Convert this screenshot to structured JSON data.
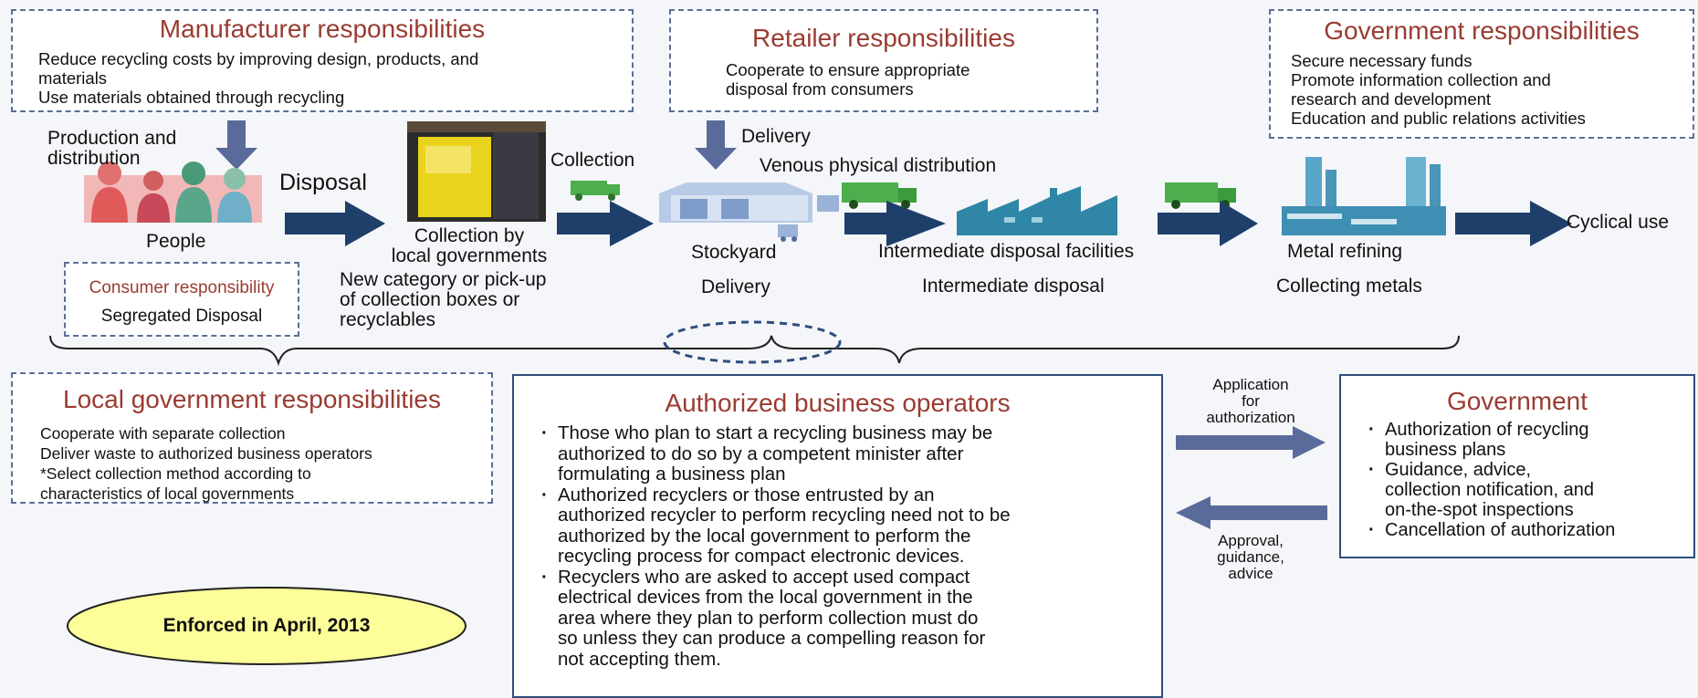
{
  "manufacturer": {
    "title": "Manufacturer responsibilities",
    "lines": [
      "Reduce recycling costs by improving design, products, and",
      "materials",
      "Use materials obtained through recycling"
    ]
  },
  "retailer": {
    "title": "Retailer responsibilities",
    "lines": [
      "Cooperate to ensure appropriate",
      "disposal from consumers"
    ]
  },
  "government_resp": {
    "title": "Government responsibilities",
    "lines": [
      "Secure necessary funds",
      "Promote information collection and",
      "research and development",
      "Education and public relations activities"
    ]
  },
  "flow": {
    "production": [
      "Production and",
      "distribution"
    ],
    "disposal": "Disposal",
    "people": "People",
    "collection_local": [
      "Collection by",
      "local governments"
    ],
    "new_category": [
      "New category or pick-up",
      "of collection boxes or",
      "recyclables"
    ],
    "collection": "Collection",
    "delivery_top": "Delivery",
    "venous": "Venous physical distribution",
    "stockyard": "Stockyard",
    "delivery_bottom": "Delivery",
    "intermediate_facilities": "Intermediate disposal facilities",
    "intermediate_disposal": "Intermediate disposal",
    "metal_refining": "Metal refining",
    "collecting_metals": "Collecting metals",
    "cyclical": "Cyclical use"
  },
  "consumer": {
    "title": "Consumer responsibility",
    "body": "Segregated Disposal"
  },
  "local_gov": {
    "title": "Local government responsibilities",
    "lines": [
      "Cooperate with separate collection",
      "Deliver waste to authorized business operators",
      "*Select collection method according to",
      "characteristics of local governments"
    ]
  },
  "authorized": {
    "title": "Authorized business operators",
    "bullets": [
      [
        "Those who plan to start a recycling business may be",
        "authorized to do so by a competent minister after",
        "formulating a business plan"
      ],
      [
        "Authorized recyclers or those entrusted by an",
        "authorized recycler to perform recycling need not to be",
        "authorized by the local government to perform the",
        "recycling process for compact electronic devices."
      ],
      [
        "Recyclers who are asked to accept used compact",
        "electrical devices from the local government in the",
        "area where they plan to perform collection must do",
        "so unless they can produce a compelling reason for",
        "not accepting them."
      ]
    ]
  },
  "application": [
    "Application",
    "for",
    "authorization"
  ],
  "approval": [
    "Approval,",
    "guidance,",
    "advice"
  ],
  "government": {
    "title": "Government",
    "bullets": [
      [
        "Authorization of recycling",
        "business plans"
      ],
      [
        "Guidance, advice,",
        "collection notification, and",
        "on-the-spot inspections"
      ],
      [
        "Cancellation of authorization"
      ]
    ]
  },
  "enforced": "Enforced in April, 2013",
  "colors": {
    "arrow_dark": "#1f3f6b",
    "arrow_mid": "#5a6a9a",
    "title_red": "#9a3b32",
    "ellipse_fill": "#fdfd9a",
    "factory_blue": "#2f86a6",
    "truck_green": "#4cae4c"
  }
}
